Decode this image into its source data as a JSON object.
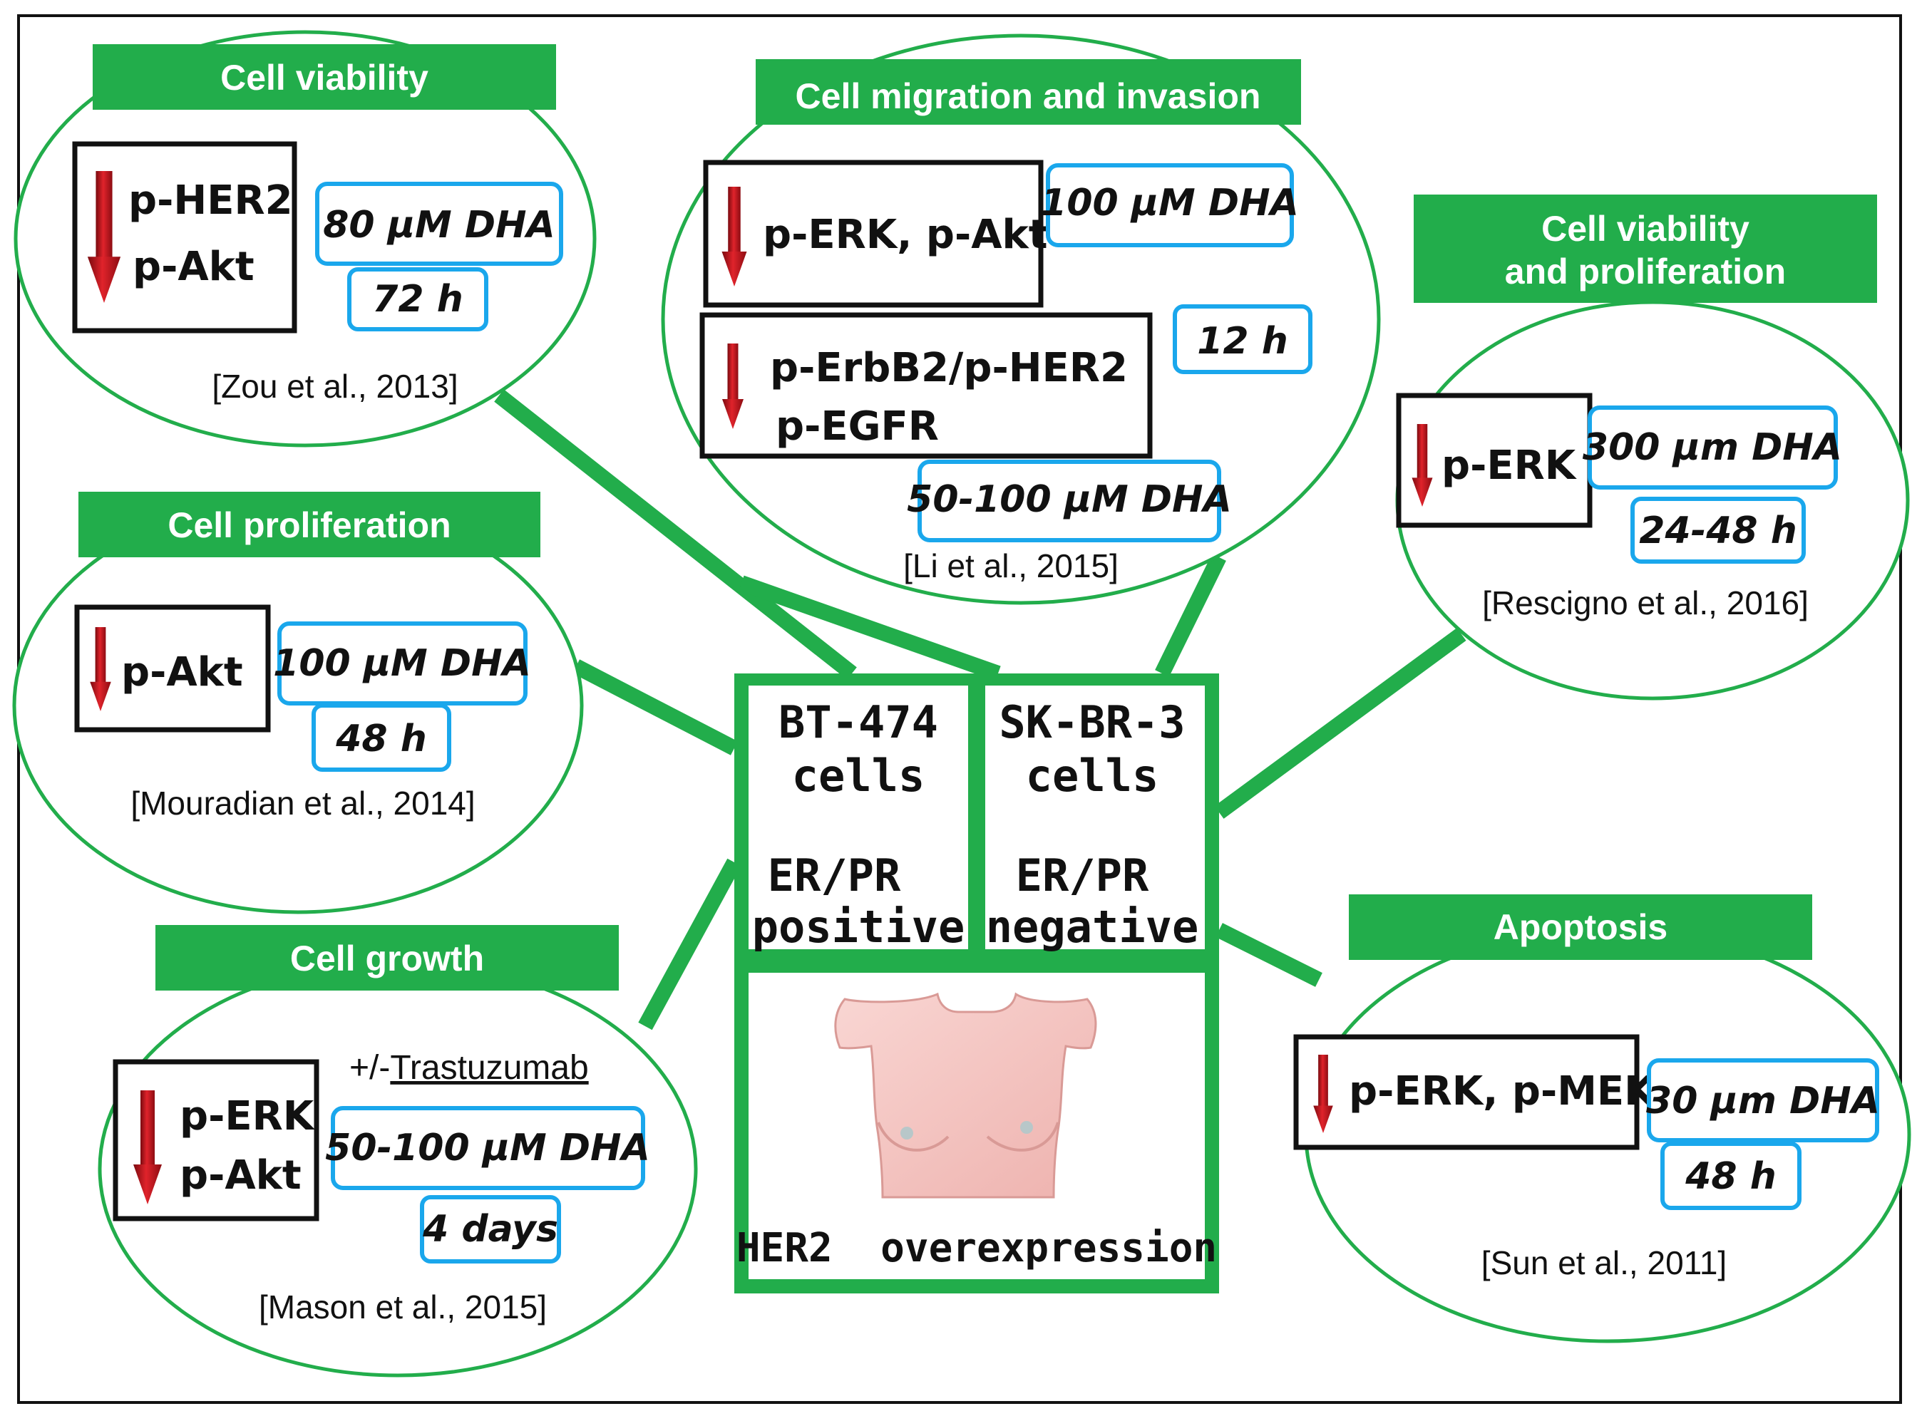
{
  "colors": {
    "green": "#22ad4b",
    "blue": "#1aa7ec",
    "arrow": "#c8141c",
    "body": "#f4c4c1"
  },
  "panels": {
    "zou": {
      "title": "Cell viability",
      "marker1": "p-HER2",
      "marker2": "p-Akt",
      "dose": "80 µM DHA",
      "time": "72 h",
      "ref": "[Zou et al., 2013]"
    },
    "li": {
      "title": "Cell migration and invasion",
      "marker_a": "p-ERK, p-Akt",
      "marker_b1": "p-ErbB2/p-HER2",
      "marker_b2": "p-EGFR",
      "dose_a": "100 µM DHA",
      "time": "12 h",
      "dose_b": "50-100 µM DHA",
      "ref": "[Li et al., 2015]"
    },
    "rescigno": {
      "title1": "Cell viability",
      "title2": "and proliferation",
      "marker": "p-ERK",
      "dose": "300 µm DHA",
      "time": "24-48 h",
      "ref": "[Rescigno et al., 2016]"
    },
    "mouradian": {
      "title": "Cell proliferation",
      "marker": "p-Akt",
      "dose": "100 µM DHA",
      "time": "48 h",
      "ref": "[Mouradian et al., 2014]"
    },
    "mason": {
      "title": "Cell growth",
      "marker1": "p-ERK",
      "marker2": "p-Akt",
      "extra_prefix": "+/-",
      "extra_word": "Trastuzumab",
      "dose": "50-100 µM DHA",
      "time": "4 days",
      "ref": "[Mason et al., 2015]"
    },
    "sun": {
      "title": "Apoptosis",
      "marker": "p-ERK, p-MEK",
      "dose": "30 µm DHA",
      "time": "48 h",
      "ref": "[Sun et al., 2011]"
    }
  },
  "center": {
    "bt474": {
      "line1": "BT-474",
      "line2": "cells",
      "line3": "ER/PR",
      "line4": "positive"
    },
    "skbr3": {
      "line1": "SK-BR-3",
      "line2": "cells",
      "line3": "ER/PR",
      "line4": "negative"
    },
    "bottom": "HER2  overexpression"
  }
}
